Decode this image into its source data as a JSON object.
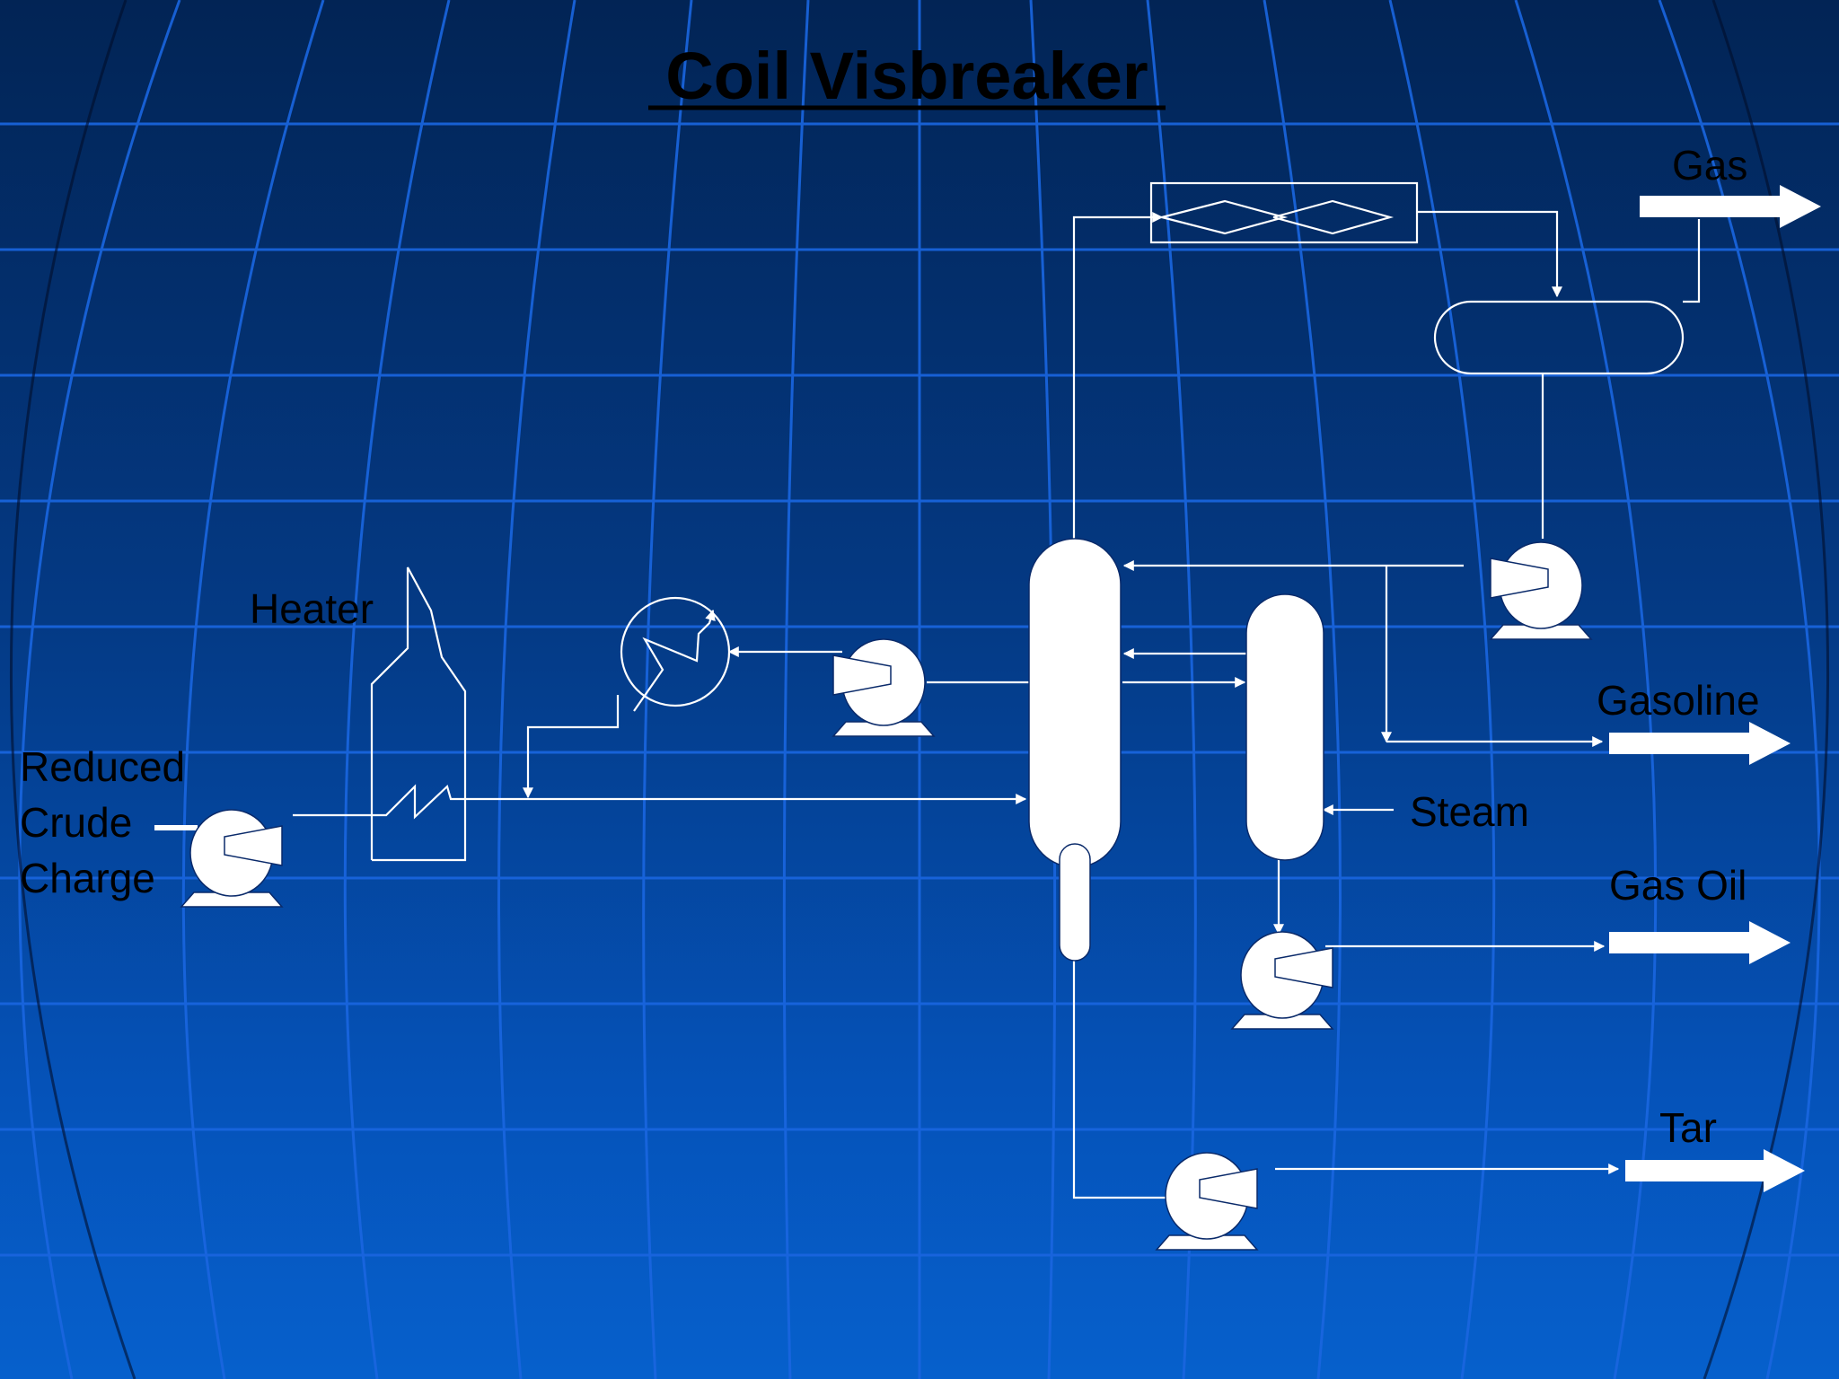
{
  "diagram": {
    "title": "Coil Visbreaker",
    "labels": {
      "heater": "Heater",
      "feed_line1": "Reduced",
      "feed_line2": "Crude",
      "feed_line3": "Charge",
      "steam": "Steam",
      "gas": "Gas",
      "gasoline": "Gasoline",
      "gas_oil": "Gas Oil",
      "tar": "Tar"
    }
  },
  "colors": {
    "background_top": "#022455",
    "background_bottom": "#0660cc",
    "grid": "#1a66e0",
    "equipment": "#ffffff",
    "text": "#000000"
  }
}
